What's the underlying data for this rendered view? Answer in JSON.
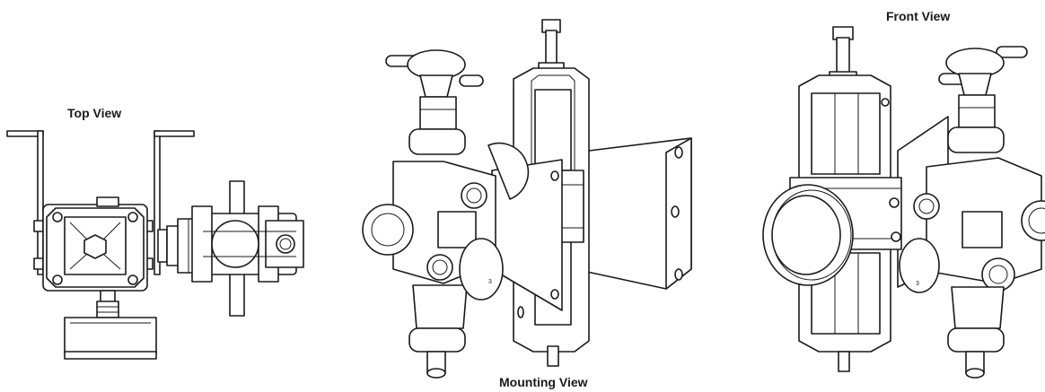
{
  "labels": {
    "top_view": "Top View",
    "mounting_view": "Mounting View",
    "front_view": "Front View"
  }
}
